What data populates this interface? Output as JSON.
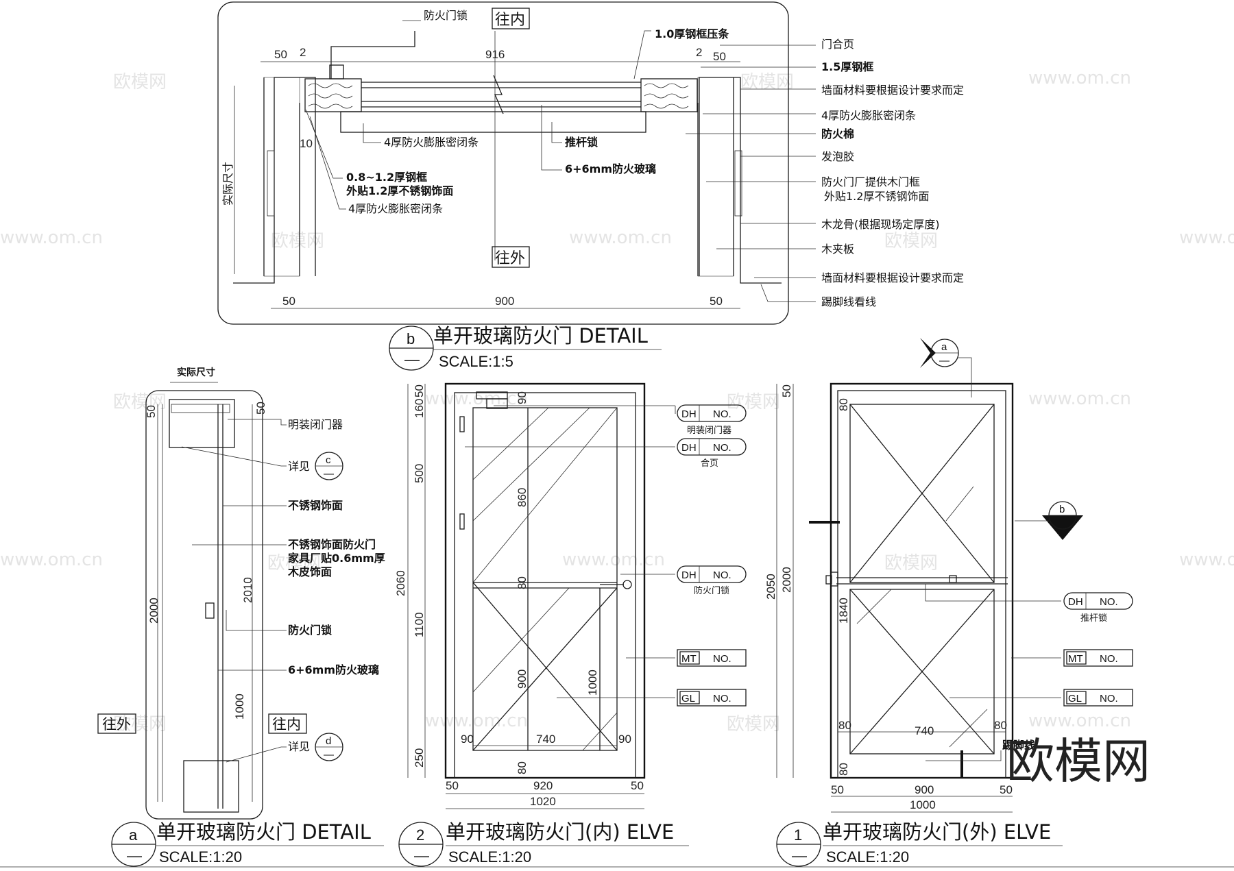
{
  "watermark": {
    "brand": "欧模网",
    "url": "www.om.cn"
  },
  "detail_b": {
    "title": "单开玻璃防火门   DETAIL",
    "scale": "SCALE:1:5",
    "badge": "b",
    "badge_sub": "—",
    "inside": "往内",
    "outside": "往外",
    "dims": {
      "d50a": "50",
      "d2a": "2",
      "d916": "916",
      "d2b": "2",
      "d50b": "50",
      "d10": "10",
      "b50a": "50",
      "b900": "900",
      "b50b": "50",
      "actual": "实际尺寸"
    },
    "left_labels": {
      "lock": "防火门锁",
      "seal1": "4厚防火膨胀密闭条",
      "frame1": "0.8~1.2厚钢框",
      "frame2": "外贴1.2厚不锈钢饰面",
      "seal2": "4厚防火膨胀密闭条",
      "pushlock": "推杆锁",
      "glass": "6+6mm防火玻璃"
    },
    "right_labels": [
      "1.0厚钢框压条",
      "门合页",
      "1.5厚钢框",
      "墙面材料要根据设计要求而定",
      "4厚防火膨胀密闭条",
      "防火棉",
      "发泡胶",
      "防火门厂提供木门框",
      "外贴1.2厚不锈钢饰面",
      "木龙骨(根据现场定厚度)",
      "木夹板",
      "墙面材料要根据设计要求而定",
      "踢脚线看线"
    ]
  },
  "detail_a": {
    "title": "单开玻璃防火门   DETAIL",
    "scale": "SCALE:1:20",
    "badge": "a",
    "badge_sub": "—",
    "top_dim": "实际尺寸",
    "dims": {
      "d50a": "50",
      "d50b": "50",
      "d2000": "2000",
      "d2010": "2010",
      "d1000": "1000"
    },
    "outside": "往外",
    "inside": "往内",
    "labels": {
      "closer": "明装闭门器",
      "see_c": "详见",
      "c": "c",
      "steel": "不锈钢饰面",
      "door1": "不锈钢饰面防火门",
      "door2": "家具厂贴0.6mm厚",
      "door3": "木皮饰面",
      "lock": "防火门锁",
      "glass": "6+6mm防火玻璃",
      "see_d": "详见",
      "d": "d",
      "dash": "—"
    }
  },
  "elev_2": {
    "title": "单开玻璃防火门(内)    ELVE",
    "scale": "SCALE:1:20",
    "badge": "2",
    "badge_sub": "—",
    "dims": {
      "d50": "50",
      "d160": "160",
      "d500": "500",
      "d2060": "2060",
      "d1100": "1100",
      "d250": "250",
      "d90t": "90",
      "d860": "860",
      "d80m": "80",
      "d900": "900",
      "d1000": "1000",
      "d90l": "90",
      "d740": "740",
      "d90r": "90",
      "d80b": "80",
      "b50a": "50",
      "b920": "920",
      "b50b": "50",
      "b1020": "1020"
    },
    "tags": [
      {
        "a": "DH",
        "b": "NO.",
        "caption": "明装闭门器"
      },
      {
        "a": "DH",
        "b": "NO.",
        "caption": "合页"
      },
      {
        "a": "DH",
        "b": "NO.",
        "caption": "防火门锁"
      },
      {
        "a": "MT",
        "b": "NO.",
        "caption": ""
      },
      {
        "a": "GL",
        "b": "NO.",
        "caption": ""
      }
    ]
  },
  "elev_1": {
    "title": "单开玻璃防火门(外)    ELVE",
    "scale": "SCALE:1:20",
    "badge": "1",
    "badge_sub": "—",
    "sec_a": "a",
    "sec_b": "b",
    "sec_sub": "—",
    "dims": {
      "d50": "50",
      "d2050": "2050",
      "d2000": "2000",
      "d80t": "80",
      "d1840": "1840",
      "d80l": "80",
      "d740": "740",
      "d80r": "80",
      "d80b": "80",
      "b50a": "50",
      "b900": "900",
      "b50b": "50",
      "b1000": "1000"
    },
    "kick": "踢脚线",
    "tags": [
      {
        "a": "DH",
        "b": "NO.",
        "caption": "推杆锁"
      },
      {
        "a": "MT",
        "b": "NO.",
        "caption": ""
      },
      {
        "a": "GL",
        "b": "NO.",
        "caption": ""
      }
    ]
  }
}
